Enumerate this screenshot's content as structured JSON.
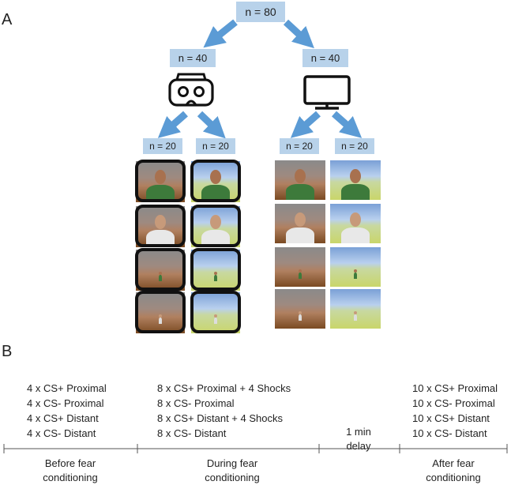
{
  "panel_a": {
    "label": "A",
    "top_box": "n = 80",
    "vr_box": "n = 40",
    "screen_box": "n = 40",
    "vr_left_box": "n = 20",
    "vr_right_box": "n = 20",
    "screen_left_box": "n = 20",
    "screen_right_box": "n = 20",
    "icons": [
      "vr-headset-icon",
      "monitor-icon"
    ]
  },
  "panel_b": {
    "label": "B",
    "before": [
      "4 x CS+ Proximal",
      "4 x CS- Proximal",
      "4 x CS+ Distant",
      "4 x CS- Distant"
    ],
    "during": [
      "8 x CS+ Proximal + 4 Shocks",
      "8 x CS- Proximal",
      "8 x CS+ Distant + 4 Shocks",
      "8 x CS- Distant"
    ],
    "delay": [
      "1 min",
      "delay"
    ],
    "after": [
      "10 x CS+ Proximal",
      "10 x CS- Proximal",
      "10 x CS+ Distant",
      "10 x CS- Distant"
    ],
    "phase_before": [
      "Before fear",
      "conditioning"
    ],
    "phase_during": [
      "During fear",
      "conditioning"
    ],
    "phase_after": [
      "After fear",
      "conditioning"
    ]
  },
  "colors": {
    "box_fill": "#b8d2ea",
    "arrow": "#5b9bd5",
    "line": "#555555"
  }
}
